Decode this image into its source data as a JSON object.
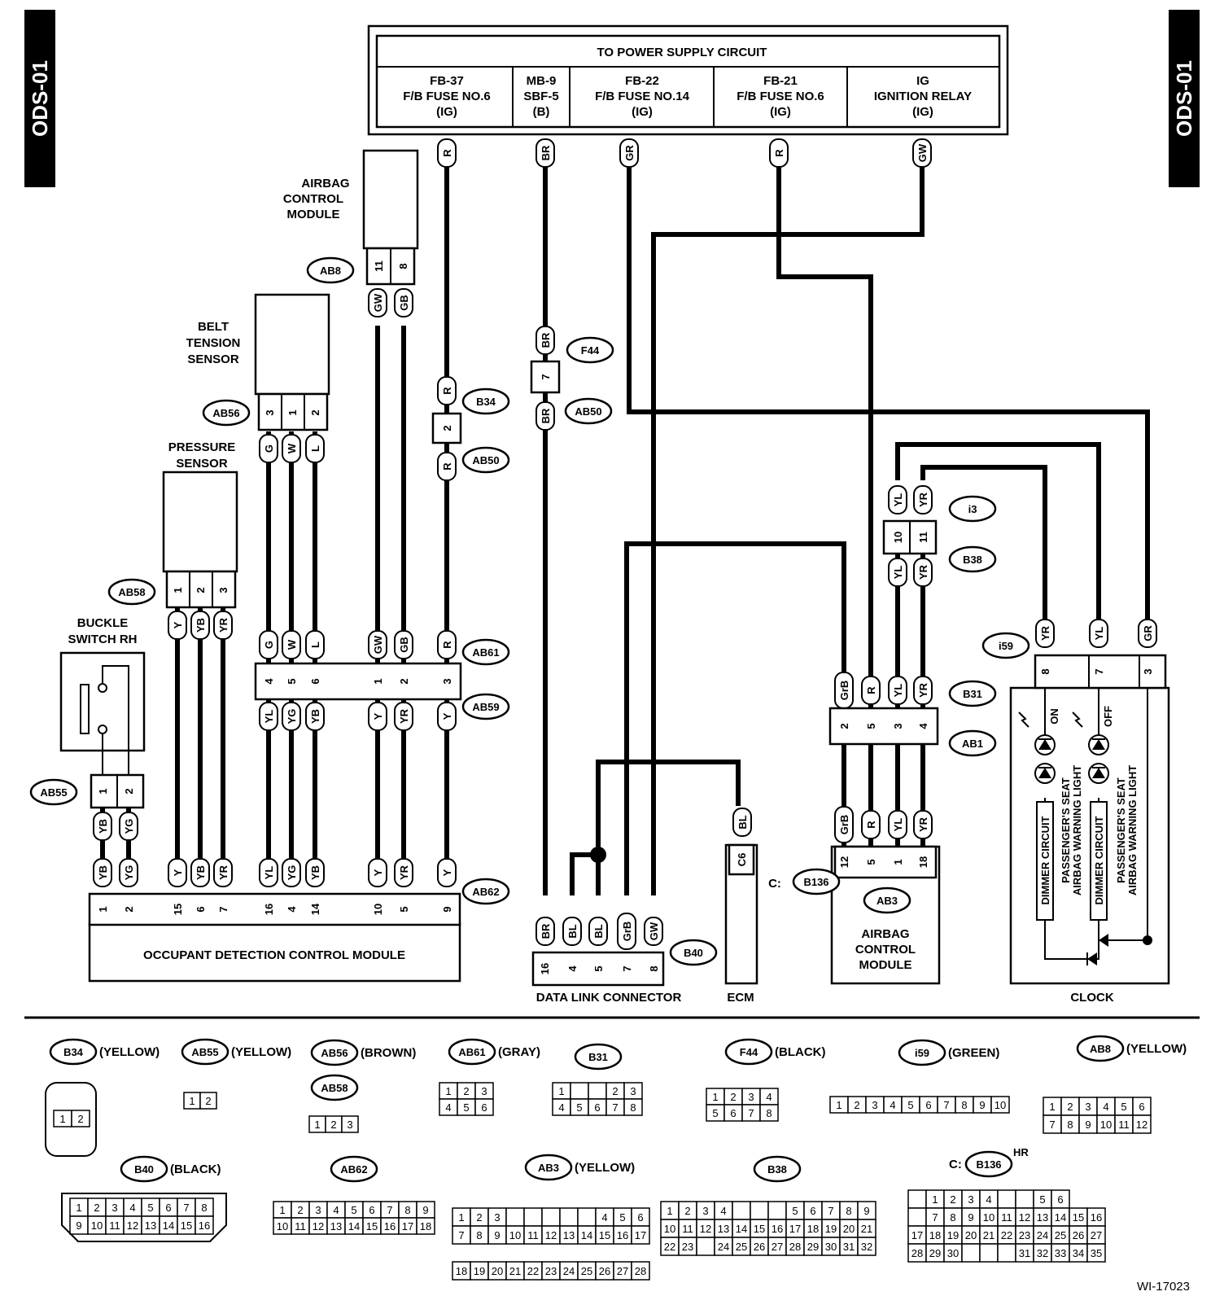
{
  "side_tabs": {
    "left": "ODS-01",
    "right": "ODS-01"
  },
  "power": {
    "title": "TO POWER SUPPLY CIRCUIT",
    "cols": [
      {
        "l1": "FB-37",
        "l2": "F/B FUSE NO.6",
        "l3": "(IG)"
      },
      {
        "l1": "MB-9",
        "l2": "SBF-5",
        "l3": "(B)"
      },
      {
        "l1": "FB-22",
        "l2": "F/B FUSE NO.14",
        "l3": "(IG)"
      },
      {
        "l1": "FB-21",
        "l2": "F/B FUSE NO.6",
        "l3": "(IG)"
      },
      {
        "l1": "IG",
        "l2": "IGNITION RELAY",
        "l3": "(IG)"
      }
    ]
  },
  "components": {
    "airbag_top": [
      "AIRBAG",
      "CONTROL",
      "MODULE"
    ],
    "belt": [
      "BELT",
      "TENSION",
      "SENSOR"
    ],
    "pressure": [
      "PRESSURE",
      "SENSOR"
    ],
    "buckle": [
      "BUCKLE",
      "SWITCH RH"
    ],
    "odcm": "OCCUPANT DETECTION CONTROL MODULE",
    "dlc": "DATA LINK CONNECTOR",
    "ecm": "ECM",
    "airbag_bottom": [
      "AIRBAG",
      "CONTROL",
      "MODULE"
    ],
    "clock": "CLOCK",
    "ecm_conn_prefix": "C:",
    "clock_on": "ON",
    "clock_off": "OFF",
    "dimmer": "DIMMER CIRCUIT",
    "pass_seat": "PASSENGER'S SEAT",
    "airbag_warn": "AIRBAG WARNING LIGHT"
  },
  "conn_ids": {
    "AB8": "AB8",
    "AB56": "AB56",
    "AB58": "AB58",
    "AB55": "AB55",
    "AB61": "AB61",
    "AB59": "AB59",
    "AB62": "AB62",
    "B34": "B34",
    "AB50": "AB50",
    "F44": "F44",
    "i3": "i3",
    "B38": "B38",
    "i59": "i59",
    "B31": "B31",
    "AB1": "AB1",
    "B40": "B40",
    "B136": "B136",
    "AB3": "AB3"
  },
  "wire_colors": {
    "R": "R",
    "BR": "BR",
    "GR": "GR",
    "GW": "GW",
    "GB": "GB",
    "G": "G",
    "W": "W",
    "L": "L",
    "Y": "Y",
    "YB": "YB",
    "YR": "YR",
    "YL": "YL",
    "YG": "YG",
    "GrB": "GrB",
    "BL": "BL",
    "C6": "C6"
  },
  "pins": {
    "p1": "1",
    "p2": "2",
    "p3": "3",
    "p4": "4",
    "p5": "5",
    "p6": "6",
    "p7": "7",
    "p8": "8",
    "p9": "9",
    "p10": "10",
    "p11": "11",
    "p12": "12",
    "p14": "14",
    "p15": "15",
    "p16": "16",
    "p18": "18"
  },
  "legend": {
    "B34": "(YELLOW)",
    "AB55": "(YELLOW)",
    "AB56": "(BROWN)",
    "AB61": "(GRAY)",
    "F44": "(BLACK)",
    "i59": "(GREEN)",
    "AB8": "(YELLOW)",
    "B40": "(BLACK)",
    "AB3": "(YELLOW)",
    "hr": "HR"
  },
  "footer": "WI-17023"
}
